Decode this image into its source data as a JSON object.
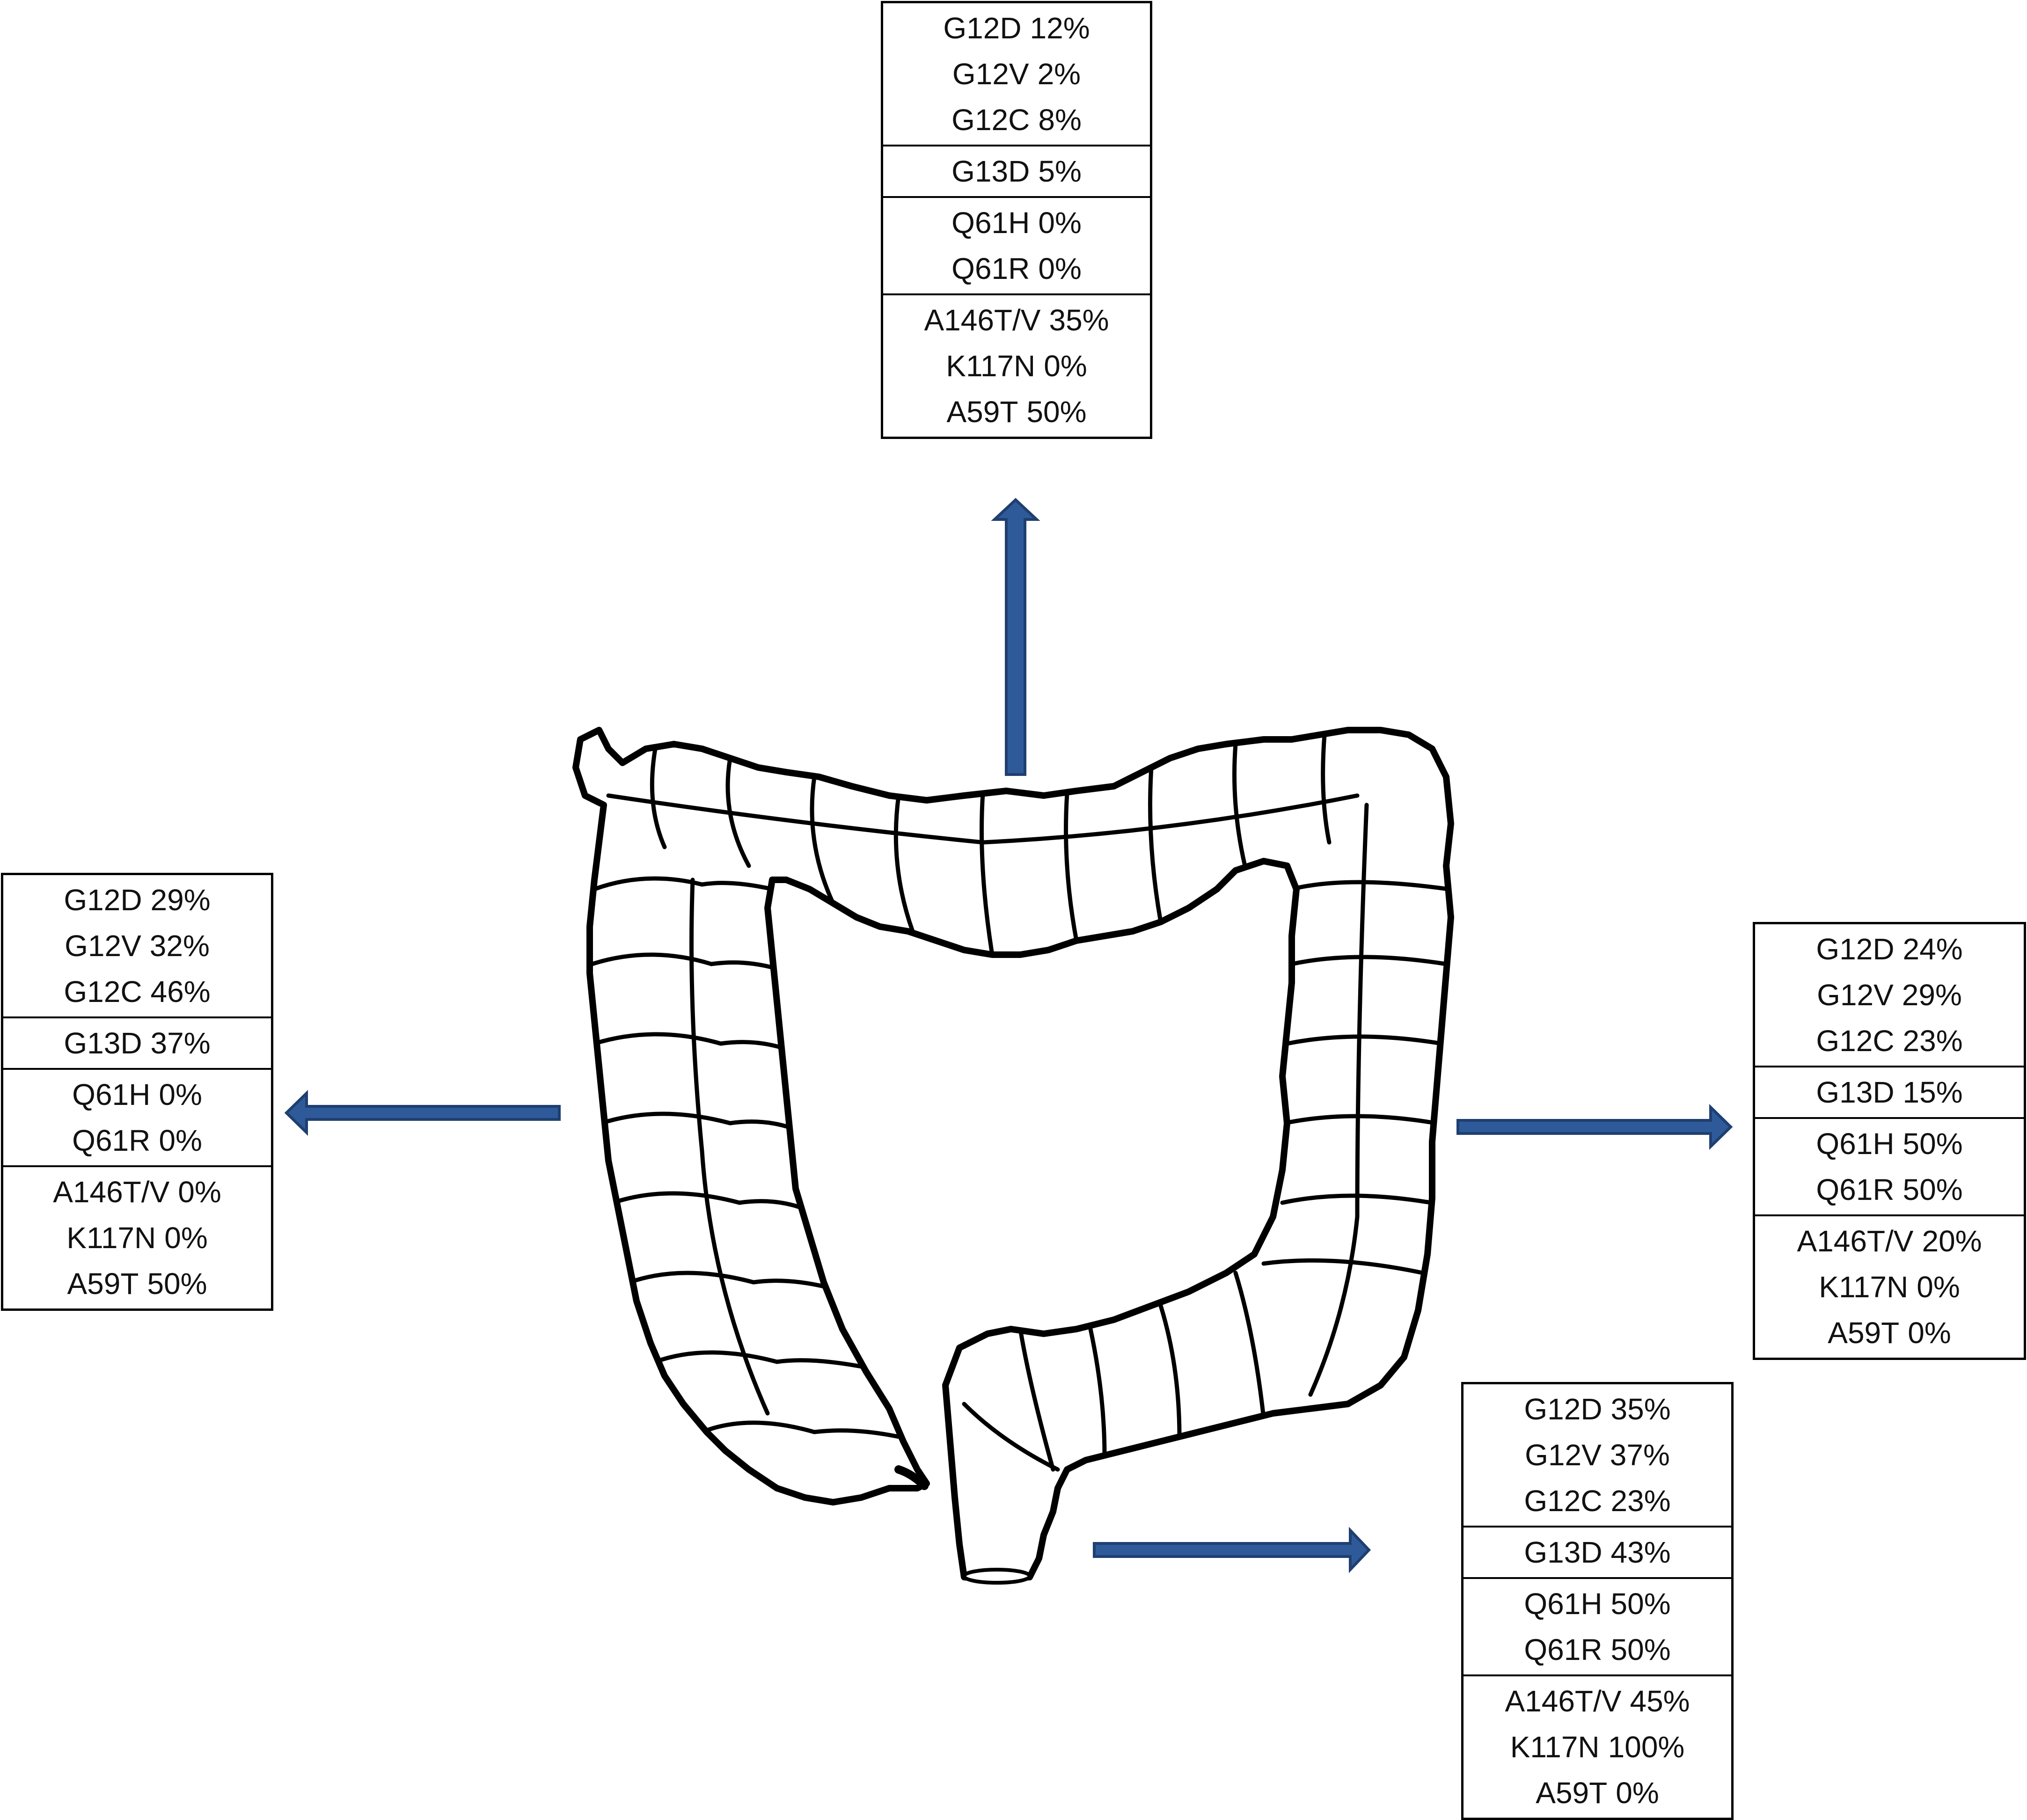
{
  "colors": {
    "arrow_fill": "#2f5a9a",
    "arrow_stroke": "#1f3f70",
    "outline": "#000000"
  },
  "panels": [
    {
      "id": "top",
      "groups": [
        [
          {
            "mutation": "G12D",
            "percent": "12%"
          },
          {
            "mutation": "G12V",
            "percent": "2%"
          },
          {
            "mutation": "G12C",
            "percent": "8%"
          }
        ],
        [
          {
            "mutation": "G13D",
            "percent": "5%"
          }
        ],
        [
          {
            "mutation": "Q61H",
            "percent": "0%"
          },
          {
            "mutation": "Q61R",
            "percent": "0%"
          }
        ],
        [
          {
            "mutation": "A146T/V",
            "percent": "35%"
          },
          {
            "mutation": "K117N",
            "percent": "0%"
          },
          {
            "mutation": "A59T",
            "percent": "50%"
          }
        ]
      ]
    },
    {
      "id": "left",
      "groups": [
        [
          {
            "mutation": "G12D",
            "percent": "29%"
          },
          {
            "mutation": "G12V",
            "percent": "32%"
          },
          {
            "mutation": "G12C",
            "percent": "46%"
          }
        ],
        [
          {
            "mutation": "G13D",
            "percent": "37%"
          }
        ],
        [
          {
            "mutation": "Q61H",
            "percent": "0%"
          },
          {
            "mutation": "Q61R",
            "percent": "0%"
          }
        ],
        [
          {
            "mutation": "A146T/V",
            "percent": "0%"
          },
          {
            "mutation": "K117N",
            "percent": "0%"
          },
          {
            "mutation": "A59T",
            "percent": "50%"
          }
        ]
      ]
    },
    {
      "id": "right",
      "groups": [
        [
          {
            "mutation": "G12D",
            "percent": "24%"
          },
          {
            "mutation": "G12V",
            "percent": "29%"
          },
          {
            "mutation": "G12C",
            "percent": "23%"
          }
        ],
        [
          {
            "mutation": "G13D",
            "percent": "15%"
          }
        ],
        [
          {
            "mutation": "Q61H",
            "percent": "50%"
          },
          {
            "mutation": "Q61R",
            "percent": "50%"
          }
        ],
        [
          {
            "mutation": "A146T/V",
            "percent": "20%"
          },
          {
            "mutation": "K117N",
            "percent": "0%"
          },
          {
            "mutation": "A59T",
            "percent": "0%"
          }
        ]
      ]
    },
    {
      "id": "bottom-right",
      "groups": [
        [
          {
            "mutation": "G12D",
            "percent": "35%"
          },
          {
            "mutation": "G12V",
            "percent": "37%"
          },
          {
            "mutation": "G12C",
            "percent": "23%"
          }
        ],
        [
          {
            "mutation": "G13D",
            "percent": "43%"
          }
        ],
        [
          {
            "mutation": "Q61H",
            "percent": "50%"
          },
          {
            "mutation": "Q61R",
            "percent": "50%"
          }
        ],
        [
          {
            "mutation": "A146T/V",
            "percent": "45%"
          },
          {
            "mutation": "K117N",
            "percent": "100%"
          },
          {
            "mutation": "A59T",
            "percent": "0%"
          }
        ]
      ]
    }
  ]
}
